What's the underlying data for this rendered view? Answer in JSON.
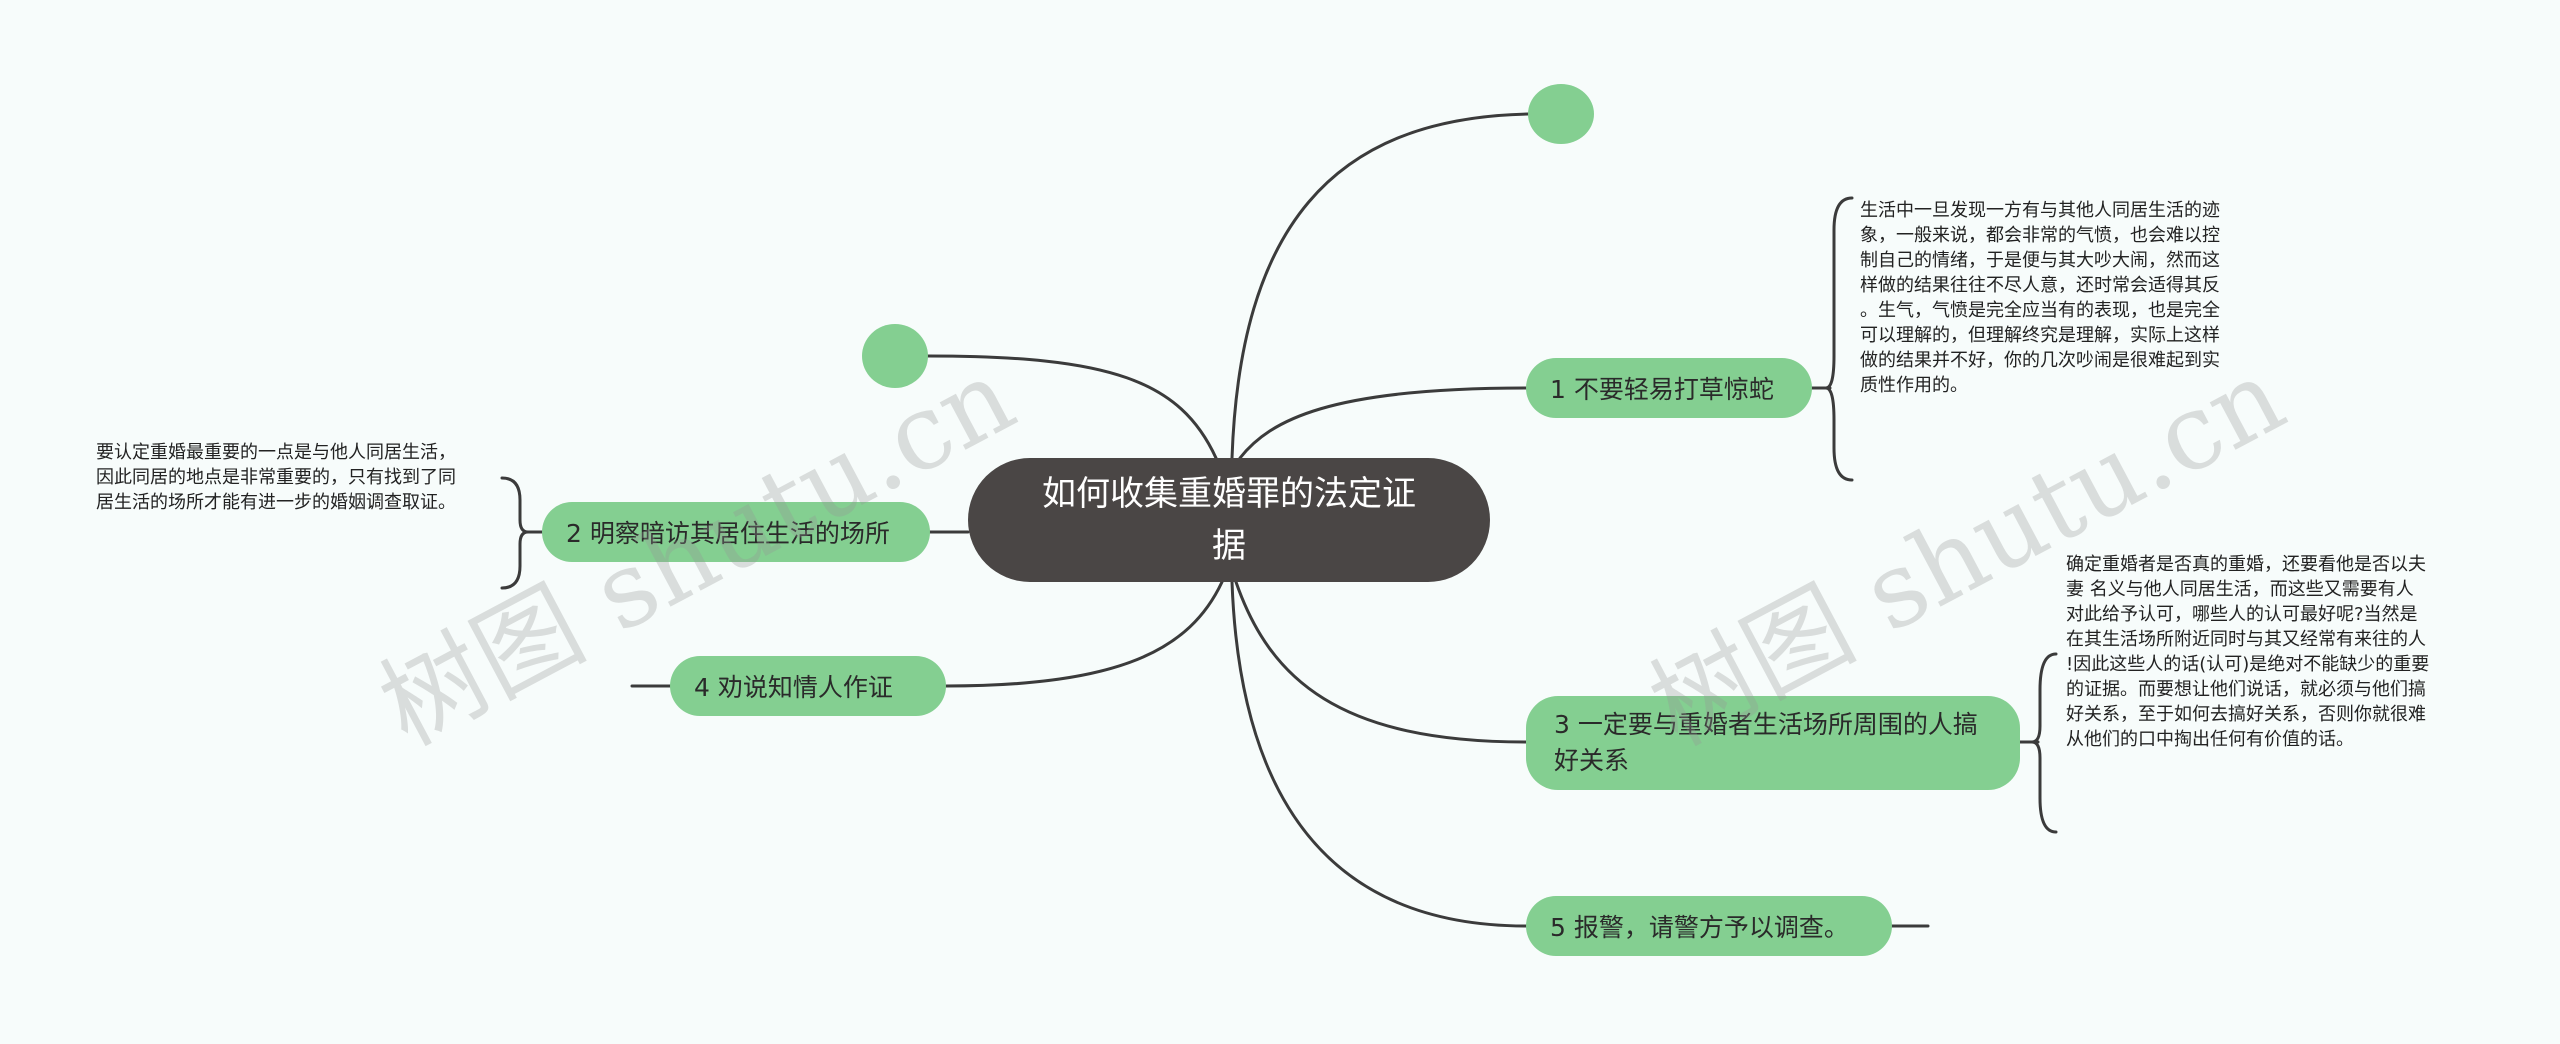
{
  "center": {
    "title": "如何收集重婚罪的法定证据"
  },
  "branches": [
    {
      "id": "b1",
      "label": "1 不要轻易打草惊蛇"
    },
    {
      "id": "b2",
      "label": "2 明察暗访其居住生活的场所"
    },
    {
      "id": "b3",
      "label": "3 一定要与重婚者生活场所周围的人搞好关系"
    },
    {
      "id": "b4",
      "label": "4 劝说知情人作证"
    },
    {
      "id": "b5",
      "label": "5 报警，请警方予以调查。"
    }
  ],
  "notes": {
    "n1": "生活中一旦发现一方有与其他人同居生活的迹\n象，一般来说，都会非常的气愤，也会难以控\n制自己的情绪，于是便与其大吵大闹，然而这\n样做的结果往往不尽人意，还时常会适得其反\n。生气，气愤是完全应当有的表现，也是完全\n可以理解的，但理解终究是理解，实际上这样\n做的结果并不好，你的几次吵闹是很难起到实\n质性作用的。",
    "n2": "要认定重婚最重要的一点是与他人同居生活，\n因此同居的地点是非常重要的，只有找到了同\n居生活的场所才能有进一步的婚姻调查取证。",
    "n3": "确定重婚者是否真的重婚，还要看他是否以夫\n妻 名义与他人同居生活，而这些又需要有人\n对此给予认可，哪些人的认可最好呢?当然是\n在其生活场所附近同时与其又经常有来往的人\n!因此这些人的话(认可)是绝对不能缺少的重要\n的证据。而要想让他们说话，就必须与他们搞\n好关系，至于如何去搞好关系，否则你就很难\n从他们的口中掏出任何有价值的话。"
  },
  "watermarks": [
    "树图 shutu.cn",
    "树图 shutu.cn"
  ],
  "colors": {
    "center": "#4a4645",
    "branch": "#84cf91",
    "line": "#3b3b3b",
    "background": "#f7fcfb"
  }
}
